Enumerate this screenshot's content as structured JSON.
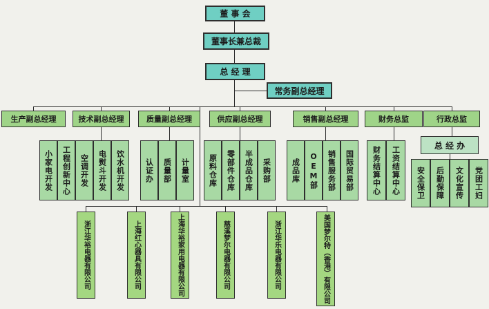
{
  "org": {
    "board": "董 事 会",
    "chairman": "董事长兼总裁",
    "gm": "总 经 理",
    "exec_deputy": "常务副总经理",
    "deputies": [
      {
        "label": "生产副总经理",
        "departments": []
      },
      {
        "label": "技术副总经理",
        "departments": [
          "小家电开发",
          "工程创新中心",
          "空调开发",
          "电熨斗开发",
          "饮水机开发"
        ]
      },
      {
        "label": "质量副总经理",
        "departments": [
          "认证办",
          "质量部",
          "计量室"
        ]
      },
      {
        "label": "供应副总经理",
        "departments": [
          "原料仓库",
          "零部件仓库",
          "半成品仓库",
          "采购部"
        ]
      },
      {
        "label": "销售副总经理",
        "departments": [
          "成品库",
          "OEM部",
          "销售服务部",
          "国际贸易部"
        ]
      },
      {
        "label": "财务总监",
        "departments": [
          "财务结算中心",
          "工资结算中心"
        ]
      },
      {
        "label": "行政总监",
        "office": "总 经 办",
        "departments": [
          "安全保卫",
          "后勤保障",
          "文化宣传",
          "党团工妇"
        ]
      }
    ],
    "companies": [
      "浙江华裕电器有限公司",
      "上海红心器具有限公司",
      "上海华裕家用电器有限公司",
      "慈溪梦尔电器有限公司",
      "浙江华乐电器有限公司",
      "美国梦尔特（香港）有限公司"
    ],
    "colors": {
      "teal_box": "#6fcfc3",
      "deputy_box": "#9fd488",
      "dept_box": "#a8d9a4",
      "company_box": "#a4d781",
      "office_box": "#bce2c4",
      "line": "#2b2b2b",
      "background": "#f1f1ec"
    }
  }
}
